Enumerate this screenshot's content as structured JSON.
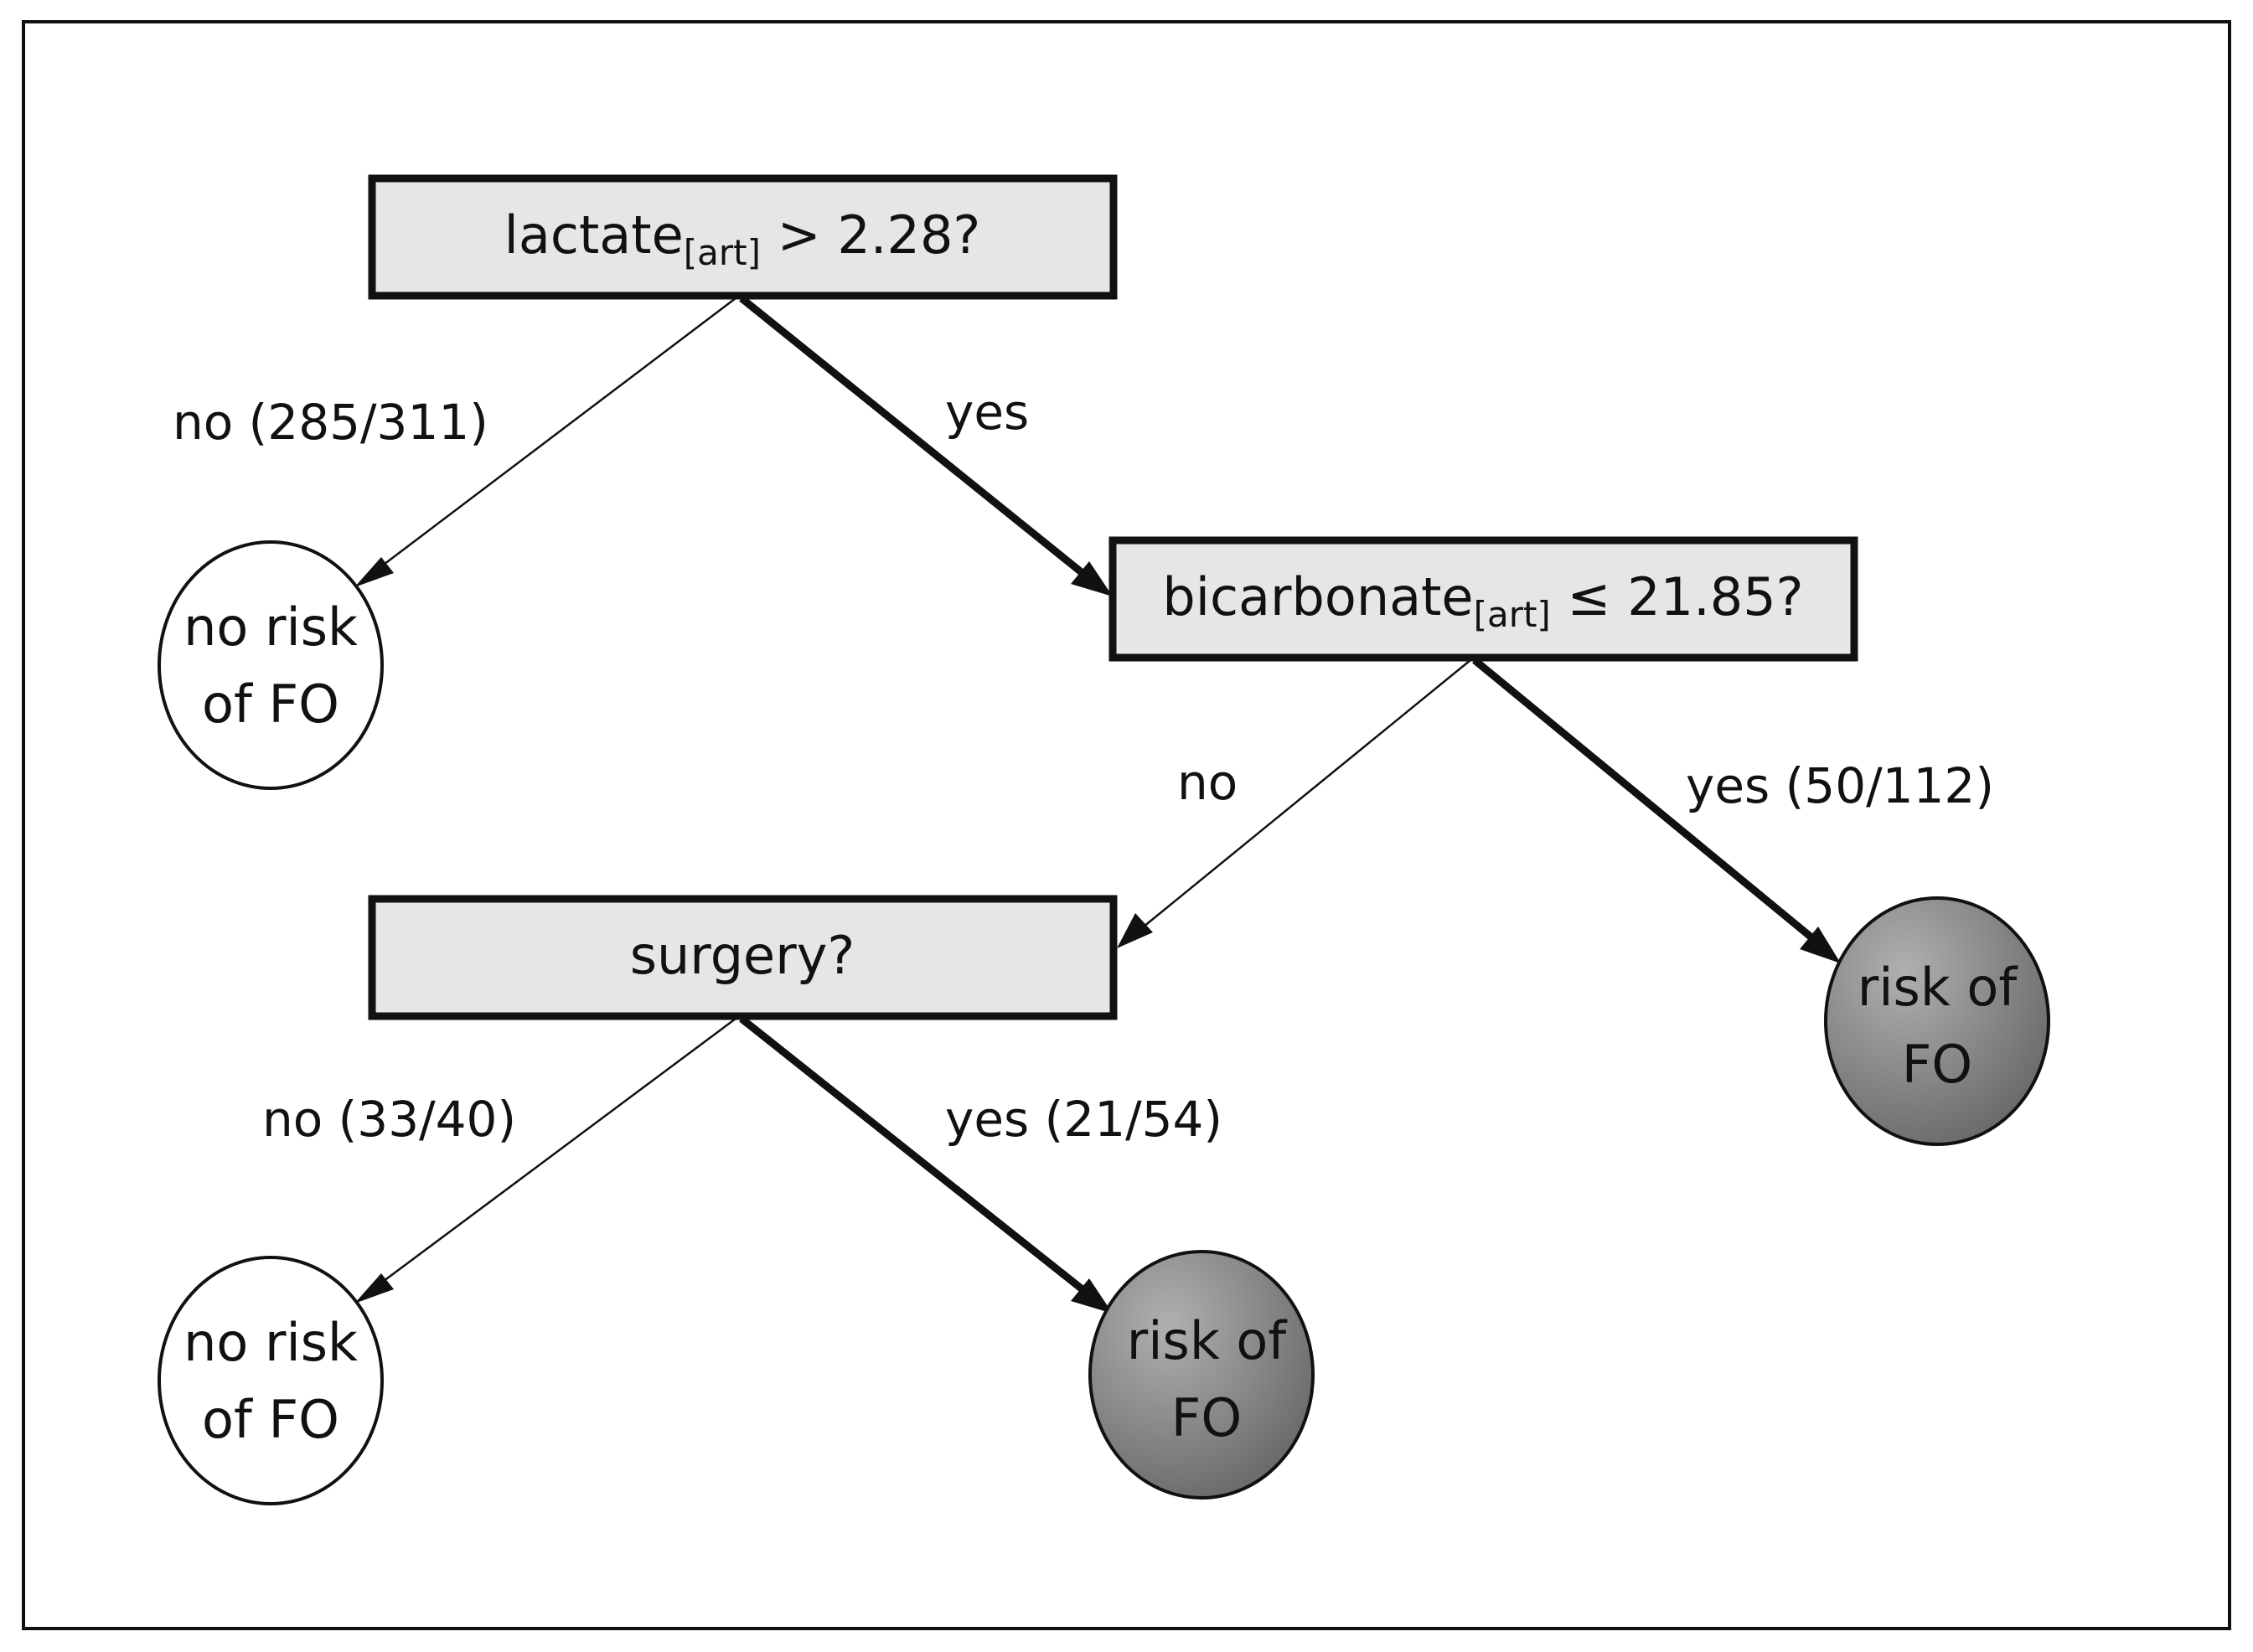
{
  "diagram": {
    "nodes": {
      "root": {
        "main": "lactate",
        "sub": "[art]",
        "rest": " > 2.28?"
      },
      "bicarb": {
        "main": "bicarbonate",
        "sub": "[art]",
        "rest": " ≤ 21.85?"
      },
      "surgery": {
        "main": "surgery?"
      },
      "leaf_no1": {
        "line1": "no risk",
        "line2": "of FO"
      },
      "leaf_risk1": {
        "line1": "risk of",
        "line2": "FO"
      },
      "leaf_no2": {
        "line1": "no risk",
        "line2": "of FO"
      },
      "leaf_risk2": {
        "line1": "risk of",
        "line2": "FO"
      }
    },
    "edges": {
      "root_no": "no (285/311)",
      "root_yes": "yes",
      "bicarb_no": "no",
      "bicarb_yes": "yes (50/112)",
      "surgery_no": "no (33/40)",
      "surgery_yes": "yes (21/54)"
    },
    "colors": {
      "decision_fill": "#e6e6e6",
      "risk_fill": "#8a8a8a",
      "no_risk_fill": "#ffffff",
      "stroke": "#111111"
    }
  }
}
